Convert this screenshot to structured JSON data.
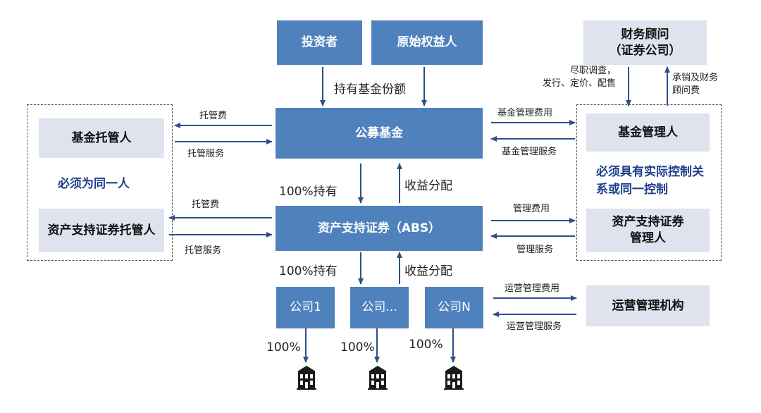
{
  "boxes": {
    "investor": "投资者",
    "original_equity_holder": "原始权益人",
    "financial_advisor_line1": "财务顾问",
    "financial_advisor_line2": "（证券公司）",
    "fund_custodian": "基金托管人",
    "public_fund": "公募基金",
    "fund_manager": "基金管理人",
    "abs_custodian": "资产支持证券托管人",
    "abs": "资产支持证券（ABS）",
    "abs_manager_line1": "资产支持证券",
    "abs_manager_line2": "管理人",
    "company_1": "公司1",
    "company_ellipsis": "公司...",
    "company_n": "公司N",
    "operation_agency": "运营管理机构"
  },
  "notes": {
    "must_be_same": "必须为同一人",
    "must_have_control_line1": "必须具有实际控制关",
    "must_have_control_line2": "系或同一控制"
  },
  "labels": {
    "hold_fund_share": "持有基金份额",
    "due_diligence_line1": "尽职调查，",
    "due_diligence_line2": "发行、定价、配售",
    "underwriting_line1": "承销及财务",
    "underwriting_line2": "顾问费",
    "custody_fee_top": "托管费",
    "custody_service_top": "托管服务",
    "fund_mgmt_fee": "基金管理费用",
    "fund_mgmt_service": "基金管理服务",
    "hold_100_top": "100%持有",
    "income_dist_top": "收益分配",
    "custody_fee_bottom": "托管费",
    "custody_service_bottom": "托管服务",
    "mgmt_fee": "管理费用",
    "mgmt_service": "管理服务",
    "hold_100_bottom": "100%持有",
    "income_dist_bottom": "收益分配",
    "ops_mgmt_fee": "运营管理费用",
    "ops_mgmt_service": "运营管理服务",
    "pct_1": "100%",
    "pct_2": "100%",
    "pct_3": "100%"
  },
  "icons": {
    "building": "building-icon"
  },
  "colors": {
    "box_blue": "#4f81bd",
    "box_gray": "#dfe3ee",
    "arrow": "#2f4f8a",
    "note_text": "#1f3e8c"
  }
}
